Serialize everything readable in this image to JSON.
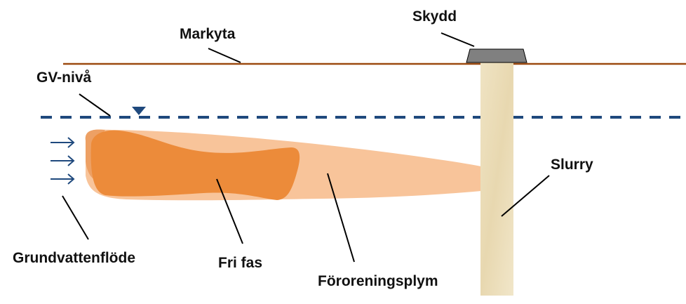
{
  "labels": {
    "markyta": "Markyta",
    "skydd": "Skydd",
    "gv_niva": "GV-nivå",
    "slurry": "Slurry",
    "grundvattenflode": "Grundvattenflöde",
    "fri_fas": "Fri fas",
    "fororeningsplym": "Föroreningsplym"
  },
  "colors": {
    "ground_surface": "#9c4a10",
    "groundwater_level": "#1f497d",
    "free_phase": "#ec8b3a",
    "plume": "#f8c49a",
    "slurry_wall": "#ede0bf",
    "cover": "#808080",
    "leader_lines": "#000000"
  }
}
